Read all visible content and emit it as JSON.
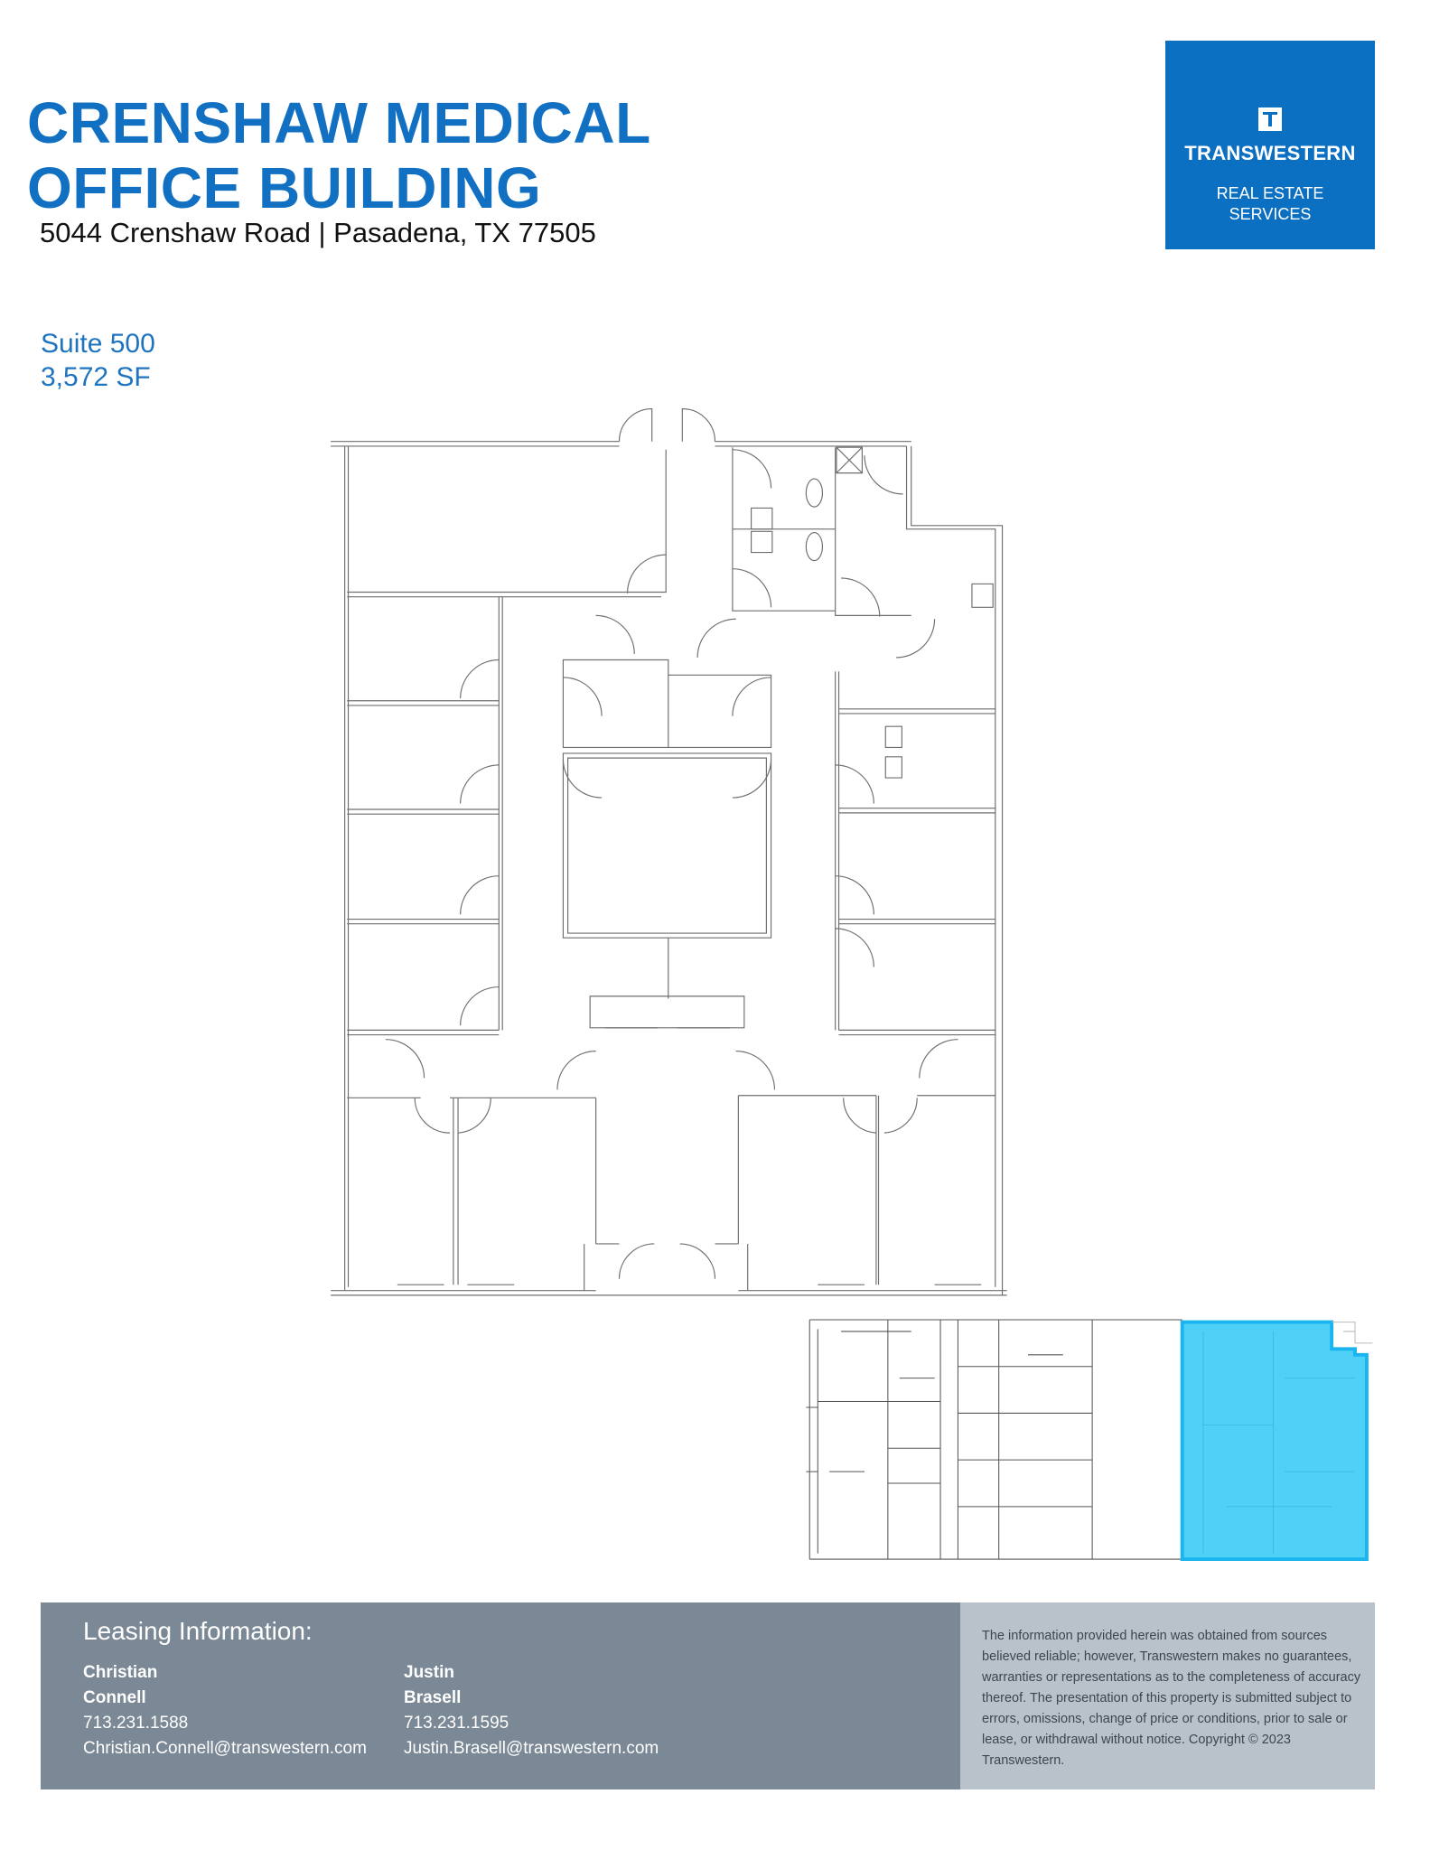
{
  "header": {
    "title_line1": "CRENSHAW MEDICAL",
    "title_line2": "OFFICE BUILDING",
    "address": "5044 Crenshaw Road | Pasadena, TX 77505"
  },
  "logo": {
    "brand": "TRANSWESTERN",
    "tagline_line1": "REAL ESTATE",
    "tagline_line2": "SERVICES",
    "color": "#0b6fc2"
  },
  "suite": {
    "name": "Suite 500",
    "area": "3,572 SF"
  },
  "key_plan": {
    "highlight_color": "#4fd0f7"
  },
  "footer": {
    "heading": "Leasing Information:",
    "contacts": [
      {
        "first": "Christian",
        "last": "Connell",
        "phone": "713.231.1588",
        "email": "Christian.Connell@transwestern.com"
      },
      {
        "first": "Justin",
        "last": "Brasell",
        "phone": "713.231.1595",
        "email": "Justin.Brasell@transwestern.com"
      }
    ],
    "disclaimer": "The information provided herein was obtained from sources believed reliable; however, Transwestern makes no guarantees, warranties or representations as to the completeness of accuracy thereof. The presentation of this property is submitted subject to errors, omissions, change of price or conditions, prior to sale or lease, or withdrawal without notice. Copyright © 2023 Transwestern."
  }
}
